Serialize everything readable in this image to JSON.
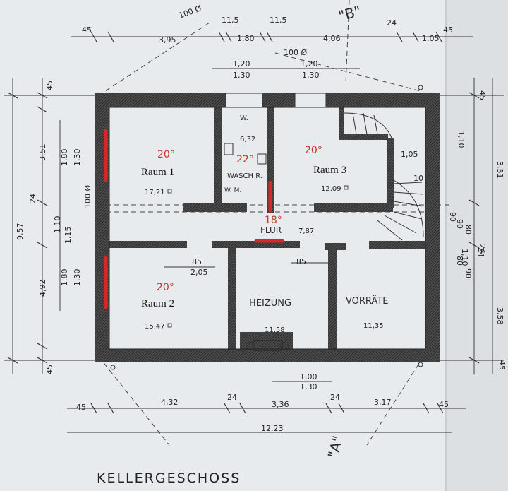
{
  "plan": {
    "title": "KELLERGESCHOSS",
    "section_marks": [
      "\"B\"",
      "\"A\""
    ],
    "rooms": [
      {
        "name": "Raum 1",
        "area": "17,21",
        "temp": "20°"
      },
      {
        "name": "Raum 2",
        "area": "15,47",
        "temp": "20°"
      },
      {
        "name": "Raum 3",
        "area": "12,09",
        "temp": "20°"
      },
      {
        "name": "HEIZUNG",
        "area": "11,58",
        "temp": ""
      },
      {
        "name": "VORRÄTE",
        "area": "11,35",
        "temp": ""
      },
      {
        "name": "FLUR",
        "area": "7,87",
        "temp": "18°"
      },
      {
        "name": "WASCH R.",
        "area": "6,32",
        "temp": "22°"
      },
      {
        "name": "W. M.",
        "area": "",
        "temp": ""
      },
      {
        "name": "W.",
        "area": "",
        "temp": ""
      }
    ],
    "dims_top": [
      "45",
      "3,95",
      "11,5",
      "1,80",
      "11,5",
      "4,06",
      "24",
      "1,05",
      "45"
    ],
    "dims_top_sub": [
      "100 Ø",
      "1,20",
      "1,30",
      "100 Ø",
      "1,20",
      "1,30"
    ],
    "dims_bottom": [
      "45",
      "4,32",
      "24",
      "3,36",
      "24",
      "3,17",
      "45"
    ],
    "dims_bottom_total": "12,23",
    "dims_bottom_sub": [
      "1,00",
      "1,30"
    ],
    "dims_left_total": "9,57",
    "dims_left": [
      "45",
      "3,51",
      "24",
      "4,92",
      "45"
    ],
    "dims_left_sub": [
      "1,80",
      "1,30",
      "1,10",
      "1,15",
      "1,80",
      "1,30",
      "100 Ø"
    ],
    "dims_right": [
      "45",
      "3,51",
      "24",
      "3,58",
      "45"
    ],
    "dims_right_sub": [
      "1,10",
      "90",
      "80",
      "90",
      "1,10",
      "80",
      "90",
      "24",
      "1,05"
    ],
    "dims_inner": [
      "85",
      "2,05",
      "85",
      "10"
    ]
  }
}
